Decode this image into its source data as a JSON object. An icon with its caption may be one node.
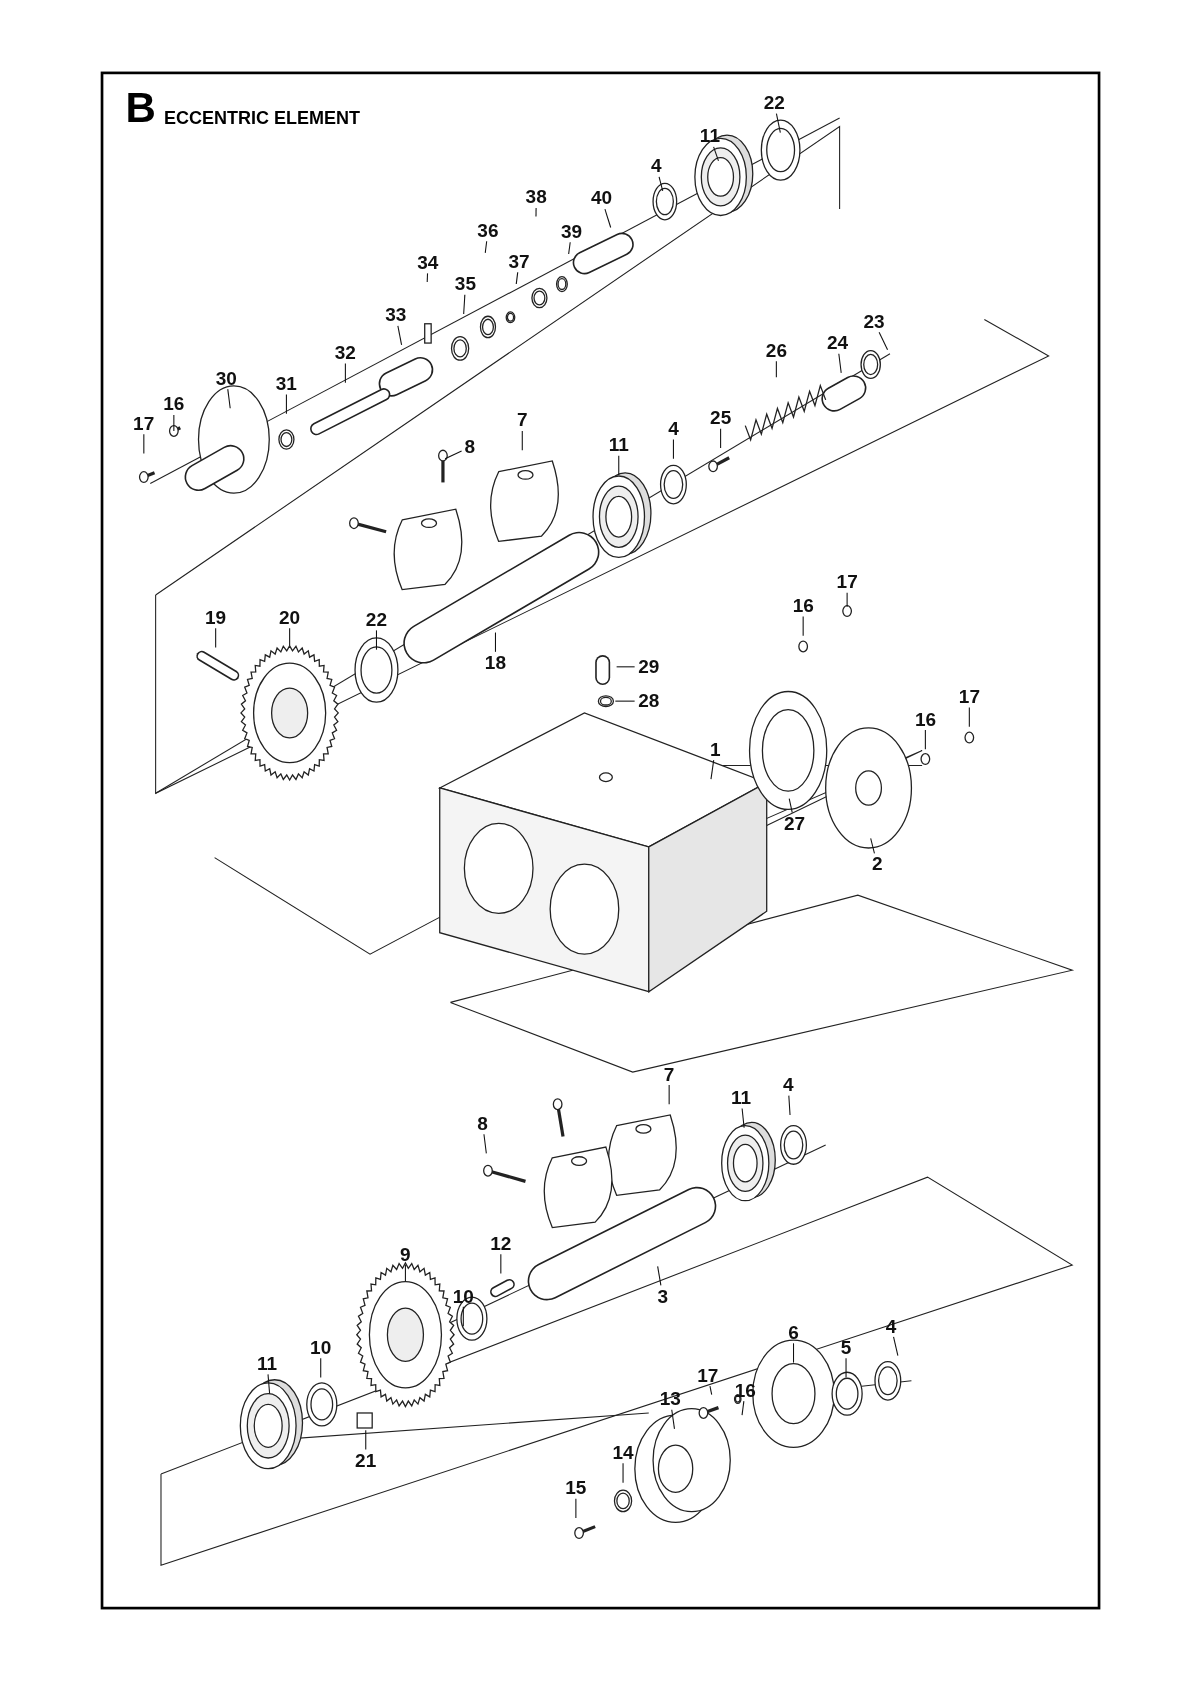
{
  "diagram": {
    "title": "ECCENTRIC ELEMENT",
    "labels": [
      "B"
    ],
    "nodes": [
      {
        "text": [
          "22"
        ]
      },
      {
        "text": [
          "11"
        ]
      },
      {
        "text": [
          "4"
        ]
      },
      {
        "text": [
          "40"
        ]
      },
      {
        "text": [
          "38"
        ]
      },
      {
        "text": [
          "39"
        ]
      },
      {
        "text": [
          "36"
        ]
      },
      {
        "text": [
          "37"
        ]
      },
      {
        "text": [
          "34"
        ]
      },
      {
        "text": [
          "33"
        ]
      },
      {
        "text": [
          "35"
        ]
      },
      {
        "text": [
          "32"
        ]
      },
      {
        "text": [
          "30"
        ]
      },
      {
        "text": [
          "31"
        ]
      },
      {
        "text": [
          "16"
        ]
      },
      {
        "text": [
          "17"
        ]
      },
      {
        "text": [
          "23"
        ]
      },
      {
        "text": [
          "24"
        ]
      },
      {
        "text": [
          "26"
        ]
      },
      {
        "text": [
          "25"
        ]
      },
      {
        "text": [
          "4"
        ]
      },
      {
        "text": [
          "11"
        ]
      },
      {
        "text": [
          "7"
        ]
      },
      {
        "text": [
          "8"
        ]
      },
      {
        "text": [
          "19"
        ]
      },
      {
        "text": [
          "20"
        ]
      },
      {
        "text": [
          "22"
        ]
      },
      {
        "text": [
          "18"
        ]
      },
      {
        "text": [
          "29"
        ]
      },
      {
        "text": [
          "28"
        ]
      },
      {
        "text": [
          "17"
        ]
      },
      {
        "text": [
          "16"
        ]
      },
      {
        "text": [
          "17"
        ]
      },
      {
        "text": [
          "16"
        ]
      },
      {
        "text": [
          "1"
        ]
      },
      {
        "text": [
          "27"
        ]
      },
      {
        "text": [
          "2"
        ]
      },
      {
        "text": [
          "7"
        ]
      },
      {
        "text": [
          "11"
        ]
      },
      {
        "text": [
          "4"
        ]
      },
      {
        "text": [
          "8"
        ]
      },
      {
        "text": [
          "12"
        ]
      },
      {
        "text": [
          "9"
        ]
      },
      {
        "text": [
          "10"
        ]
      },
      {
        "text": [
          "3"
        ]
      },
      {
        "text": [
          "11"
        ]
      },
      {
        "text": [
          "10"
        ]
      },
      {
        "text": [
          "21"
        ]
      },
      {
        "text": [
          "6"
        ]
      },
      {
        "text": [
          "5"
        ]
      },
      {
        "text": [
          "4"
        ]
      },
      {
        "text": [
          "17"
        ]
      },
      {
        "text": [
          "16"
        ]
      },
      {
        "text": [
          "13"
        ]
      },
      {
        "text": [
          "14"
        ]
      },
      {
        "text": [
          "15"
        ]
      }
    ],
    "edges": [
      {
        "from": 0,
        "to": null,
        "arrow": "none"
      },
      {
        "from": 1,
        "to": null,
        "arrow": "none"
      },
      {
        "from": 2,
        "to": null,
        "arrow": "none"
      },
      {
        "from": 3,
        "to": null,
        "arrow": "none"
      },
      {
        "from": 4,
        "to": null,
        "arrow": "none"
      },
      {
        "from": 5,
        "to": null,
        "arrow": "none"
      },
      {
        "from": 6,
        "to": null,
        "arrow": "none"
      },
      {
        "from": 7,
        "to": null,
        "arrow": "none"
      },
      {
        "from": 8,
        "to": null,
        "arrow": "none"
      },
      {
        "from": 9,
        "to": null,
        "arrow": "none"
      },
      {
        "from": 10,
        "to": null,
        "arrow": "none"
      },
      {
        "from": 11,
        "to": null,
        "arrow": "none"
      },
      {
        "from": 12,
        "to": null,
        "arrow": "none"
      },
      {
        "from": 13,
        "to": null,
        "arrow": "none"
      },
      {
        "from": 14,
        "to": null,
        "arrow": "none"
      },
      {
        "from": 15,
        "to": null,
        "arrow": "none"
      },
      {
        "from": 16,
        "to": null,
        "arrow": "none"
      },
      {
        "from": 17,
        "to": null,
        "arrow": "none"
      },
      {
        "from": 18,
        "to": null,
        "arrow": "none"
      },
      {
        "from": 19,
        "to": null,
        "arrow": "none"
      },
      {
        "from": 20,
        "to": null,
        "arrow": "none"
      },
      {
        "from": 21,
        "to": null,
        "arrow": "none"
      },
      {
        "from": 22,
        "to": null,
        "arrow": "none"
      },
      {
        "from": 23,
        "to": null,
        "arrow": "none"
      },
      {
        "from": 24,
        "to": null,
        "arrow": "none"
      },
      {
        "from": 25,
        "to": null,
        "arrow": "none"
      },
      {
        "from": 26,
        "to": null,
        "arrow": "none"
      },
      {
        "from": 27,
        "to": null,
        "arrow": "none"
      },
      {
        "from": 28,
        "to": null,
        "arrow": "none"
      },
      {
        "from": 29,
        "to": null,
        "arrow": "none"
      },
      {
        "from": 30,
        "to": null,
        "arrow": "none"
      },
      {
        "from": 31,
        "to": null,
        "arrow": "none"
      },
      {
        "from": 32,
        "to": null,
        "arrow": "none"
      },
      {
        "from": 33,
        "to": null,
        "arrow": "none"
      },
      {
        "from": 34,
        "to": null,
        "arrow": "none"
      },
      {
        "from": 35,
        "to": null,
        "arrow": "none"
      },
      {
        "from": 36,
        "to": null,
        "arrow": "none"
      },
      {
        "from": 37,
        "to": null,
        "arrow": "none"
      },
      {
        "from": 38,
        "to": null,
        "arrow": "none"
      },
      {
        "from": 39,
        "to": null,
        "arrow": "none"
      },
      {
        "from": 40,
        "to": null,
        "arrow": "none"
      },
      {
        "from": 41,
        "to": null,
        "arrow": "none"
      },
      {
        "from": 42,
        "to": null,
        "arrow": "none"
      },
      {
        "from": 43,
        "to": null,
        "arrow": "none"
      },
      {
        "from": 44,
        "to": null,
        "arrow": "none"
      },
      {
        "from": 45,
        "to": null,
        "arrow": "none"
      },
      {
        "from": 46,
        "to": null,
        "arrow": "none"
      },
      {
        "from": 47,
        "to": null,
        "arrow": "none"
      },
      {
        "from": 48,
        "to": null,
        "arrow": "none"
      },
      {
        "from": 49,
        "to": null,
        "arrow": "none"
      },
      {
        "from": 50,
        "to": null,
        "arrow": "none"
      },
      {
        "from": 51,
        "to": null,
        "arrow": "none"
      },
      {
        "from": 52,
        "to": null,
        "arrow": "none"
      },
      {
        "from": 53,
        "to": null,
        "arrow": "none"
      },
      {
        "from": 54,
        "to": null,
        "arrow": "none"
      },
      {
        "from": 55,
        "to": null,
        "arrow": "none"
      }
    ]
  }
}
